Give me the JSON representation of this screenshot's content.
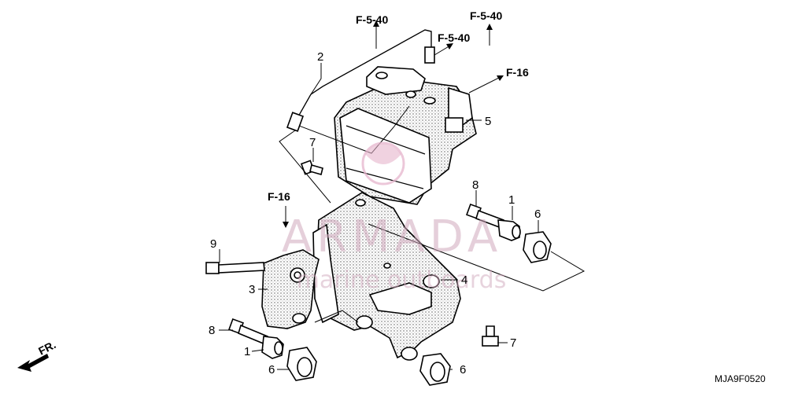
{
  "diagram": {
    "callouts": {
      "c1a": "1",
      "c1b": "1",
      "c2": "2",
      "c3": "3",
      "c4": "4",
      "c5": "5",
      "c6a": "6",
      "c6b": "6",
      "c6c": "6",
      "c7a": "7",
      "c7b": "7",
      "c8a": "8",
      "c8b": "8",
      "c9": "9"
    },
    "refs": {
      "r1": "F-5-40",
      "r2": "F-5-40",
      "r3": "F-5-40",
      "r4": "F-16",
      "r5": "F-16"
    },
    "direction": "FR.",
    "diagram_code": "MJA9F0520",
    "watermark": {
      "brand": "ARMADA",
      "tagline": "marine outboards"
    }
  }
}
